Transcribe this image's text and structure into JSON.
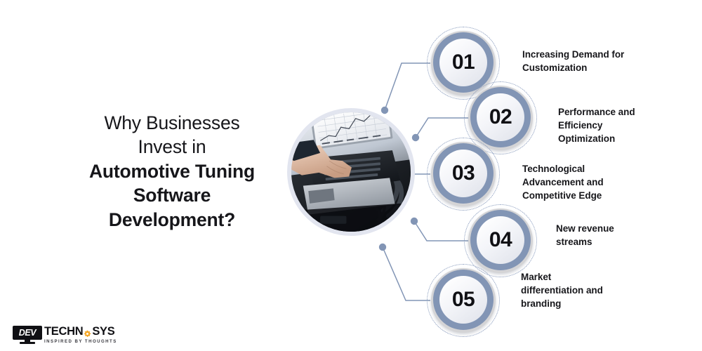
{
  "meta": {
    "background_color": "#ffffff",
    "accent_color": "#8295b5",
    "dotted_ring_color": "#7f93b8",
    "text_color": "#16161a",
    "logo_accent_color": "#f5a623"
  },
  "heading": {
    "line1": "Why Businesses",
    "line2": "Invest in",
    "line3": "Automotive Tuning",
    "line4": "Software",
    "line5": "Development?"
  },
  "photo": {
    "alt": "Hand typing on a laptop connected to a vehicle engine bay for diagnostics and tuning",
    "icon": "laptop-engine-diagnostics-photo"
  },
  "items": [
    {
      "number": "01",
      "label": "Increasing Demand for Customization",
      "label_lines": [
        "Increasing Demand for",
        "Customization"
      ]
    },
    {
      "number": "02",
      "label": "Performance and Efficiency Optimization",
      "label_lines": [
        "Performance and",
        "Efficiency",
        "Optimization"
      ]
    },
    {
      "number": "03",
      "label": "Technological Advancement and Competitive Edge",
      "label_lines": [
        "Technological",
        "Advancement and",
        "Competitive Edge"
      ]
    },
    {
      "number": "04",
      "label": "New revenue streams",
      "label_lines": [
        "New revenue",
        "streams"
      ]
    },
    {
      "number": "05",
      "label": "Market differentiation and branding",
      "label_lines": [
        "Market",
        "differentiation and",
        "branding"
      ]
    }
  ],
  "logo": {
    "mark_text": "DEV",
    "word_part1": "TECHN",
    "word_part2": "SYS",
    "tagline": "INSPIRED BY THOUGHTS",
    "gear_icon": "gear-icon"
  }
}
